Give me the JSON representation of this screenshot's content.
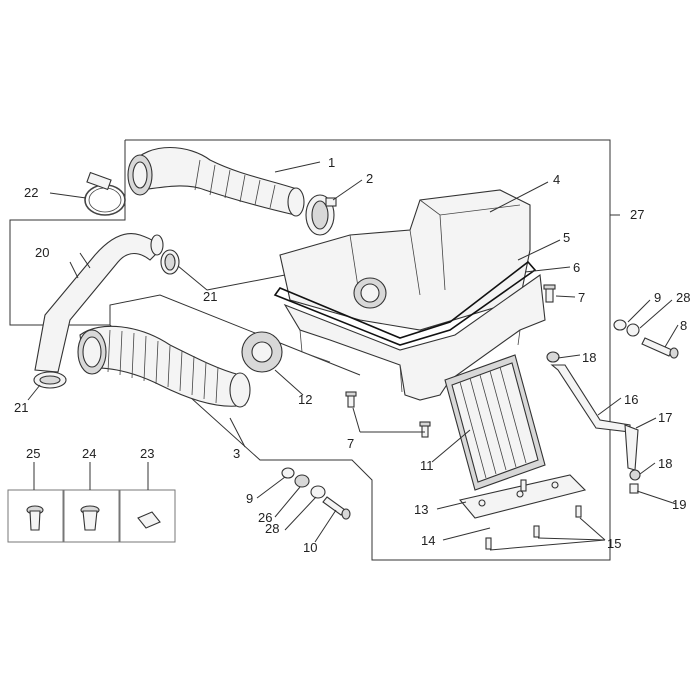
{
  "diagram": {
    "callouts": [
      "1",
      "2",
      "3",
      "4",
      "5",
      "6",
      "7",
      "7",
      "8",
      "9",
      "9",
      "10",
      "11",
      "12",
      "13",
      "14",
      "15",
      "16",
      "17",
      "18",
      "18",
      "19",
      "20",
      "21",
      "21",
      "22",
      "23",
      "24",
      "25",
      "26",
      "27",
      "28",
      "28"
    ]
  },
  "colors": {
    "line": "#333333",
    "fill": "#f4f4f4",
    "shade": "#d8d8d8",
    "background": "#ffffff"
  }
}
